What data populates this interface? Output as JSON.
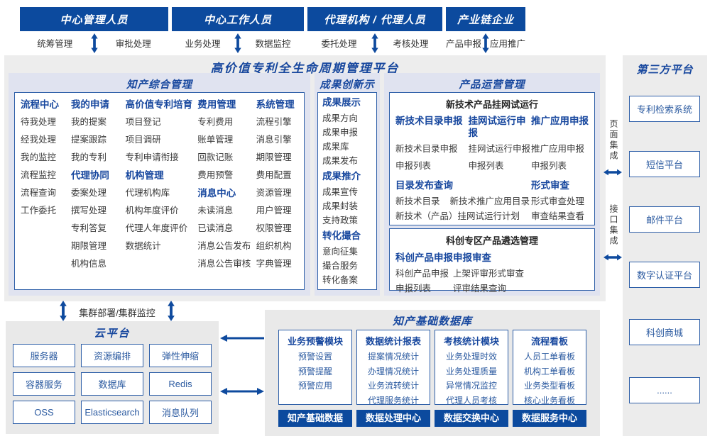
{
  "colors": {
    "primary_blue": "#0c4a9e",
    "title_blue": "#17479e",
    "link_blue": "#2b5aa0",
    "text_dark": "#3a3a3a",
    "section_bg": "#e0e3f0",
    "platform_bg": "#ededed",
    "gray_bg": "#e9e9e9",
    "sidebar_bg": "#ececec",
    "box_border": "#2e5fa8"
  },
  "actors": [
    {
      "name": "中心管理人员",
      "left": "统筹管理",
      "right": "审批处理"
    },
    {
      "name": "中心工作人员",
      "left": "业务处理",
      "right": "数据监控"
    },
    {
      "name": "代理机构 / 代理人员",
      "left": "委托处理",
      "right": "考核处理"
    },
    {
      "name": "产业链企业",
      "left": "产品申报",
      "right": "应用推广"
    }
  ],
  "platform": {
    "title": "高价值专利全生命周期管理平台",
    "cluster_label": "集群部署/集群监控"
  },
  "ip_management": {
    "title": "知产综合管理",
    "columns": [
      [
        {
          "t": "流程中心",
          "b": 1
        },
        {
          "t": "待我处理"
        },
        {
          "t": "经我处理"
        },
        {
          "t": "我的监控"
        },
        {
          "t": "流程监控"
        },
        {
          "t": "流程查询"
        },
        {
          "t": "工作委托"
        }
      ],
      [
        {
          "t": "我的申请",
          "b": 1
        },
        {
          "t": "我的提案"
        },
        {
          "t": "提案跟踪"
        },
        {
          "t": "我的专利"
        },
        {
          "t": "代理协同",
          "b": 1
        },
        {
          "t": "委案处理"
        },
        {
          "t": "撰写处理"
        },
        {
          "t": "专利答复"
        },
        {
          "t": "期限管理"
        },
        {
          "t": "机构信息"
        }
      ],
      [
        {
          "t": "高价值专利培育",
          "b": 1
        },
        {
          "t": "项目登记"
        },
        {
          "t": "项目调研"
        },
        {
          "t": "专利申请衔接"
        },
        {
          "t": "机构管理",
          "b": 1
        },
        {
          "t": "代理机构库"
        },
        {
          "t": "机构年度评价"
        },
        {
          "t": "代理人年度评价"
        },
        {
          "t": "数据统计"
        }
      ],
      [
        {
          "t": "费用管理",
          "b": 1
        },
        {
          "t": "专利费用"
        },
        {
          "t": "账单管理"
        },
        {
          "t": "回款记账"
        },
        {
          "t": "费用预警"
        },
        {
          "t": "消息中心",
          "b": 1
        },
        {
          "t": "未读消息"
        },
        {
          "t": "已读消息"
        },
        {
          "t": "消息公告发布"
        },
        {
          "t": "消息公告审核"
        }
      ],
      [
        {
          "t": "系统管理",
          "b": 1
        },
        {
          "t": "流程引擎"
        },
        {
          "t": "消息引擎"
        },
        {
          "t": "期限管理"
        },
        {
          "t": "费用配置"
        },
        {
          "t": "资源管理"
        },
        {
          "t": "用户管理"
        },
        {
          "t": "权限管理"
        },
        {
          "t": "组织机构"
        },
        {
          "t": "字典管理"
        }
      ]
    ]
  },
  "achievement": {
    "title": "成果创新示范",
    "items": [
      {
        "t": "成果展示",
        "b": 1
      },
      {
        "t": "成果方向"
      },
      {
        "t": "成果申报"
      },
      {
        "t": "成果库"
      },
      {
        "t": "成果发布"
      },
      {
        "t": "成果推介",
        "b": 1
      },
      {
        "t": "成果宣传"
      },
      {
        "t": "成果封装"
      },
      {
        "t": "支持政策"
      },
      {
        "t": "转化撮合",
        "b": 1
      },
      {
        "t": "意向征集"
      },
      {
        "t": "撮合服务"
      },
      {
        "t": "转化备案"
      }
    ]
  },
  "product_ops": {
    "title": "产品运营管理",
    "trial_box": {
      "title": "新技术产品挂网试运行",
      "groups": [
        {
          "header": "新技术目录申报",
          "items": [
            "新技术目录申报",
            "申报列表"
          ]
        },
        {
          "header": "挂网试运行申报",
          "items": [
            "挂网试运行申报",
            "申报列表"
          ]
        },
        {
          "header": "推广应用申报",
          "items": [
            "推广应用申报",
            "申报列表"
          ]
        }
      ],
      "catalog": {
        "header": "目录发布查询",
        "row1": [
          "新技术目录",
          "新技术推广应用目录"
        ],
        "row2": "新技术（产品）挂网试运行计划"
      },
      "review": {
        "header": "形式审查",
        "items": [
          "形式审查处理",
          "审查结果查看"
        ]
      }
    },
    "selection_box": {
      "title": "科创专区产品遴选管理",
      "groups": [
        {
          "header": "科创产品申报",
          "items": [
            "科创产品申报",
            "申报列表"
          ]
        },
        {
          "header": "申报审查",
          "items": [
            "上架评审形式审查",
            "评审结果查询"
          ]
        }
      ]
    }
  },
  "third_party": {
    "title": "第三方平台",
    "systems": [
      "专利检索系统",
      "短信平台",
      "邮件平台",
      "数字认证平台",
      "科创商城",
      "......"
    ],
    "page_integration": "页面集成",
    "api_integration": "接口集成"
  },
  "cloud": {
    "title": "云平台",
    "services": [
      "服务器",
      "资源编排",
      "弹性伸缩",
      "容器服务",
      "数据库",
      "Redis",
      "OSS",
      "Elasticsearch",
      "消息队列"
    ]
  },
  "database": {
    "title": "知产基础数据库",
    "modules": [
      {
        "header": "业务预警模块",
        "items": [
          "预警设置",
          "预警提醒",
          "预警应用"
        ],
        "footer": "知产基础数据"
      },
      {
        "header": "数据统计报表",
        "items": [
          "提案情况统计",
          "办理情况统计",
          "业务流转统计",
          "代理服务统计"
        ],
        "footer": "数据处理中心"
      },
      {
        "header": "考核统计模块",
        "items": [
          "业务处理时效",
          "业务处理质量",
          "异常情况监控",
          "代理人员考核"
        ],
        "footer": "数据交换中心"
      },
      {
        "header": "流程看板",
        "items": [
          "人员工单看板",
          "机构工单看板",
          "业务类型看板",
          "核心业务看板"
        ],
        "footer": "数据服务中心"
      }
    ]
  }
}
